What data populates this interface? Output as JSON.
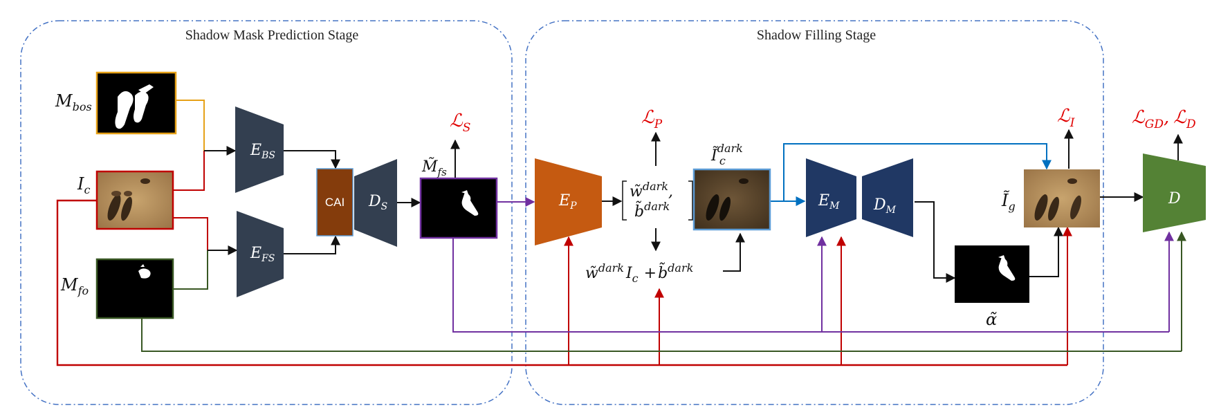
{
  "stages": {
    "mask_prediction": "Shadow Mask Prediction Stage",
    "filling": "Shadow Filling Stage"
  },
  "inputs": {
    "m_bos": "M",
    "m_bos_sub": "bos",
    "i_c": "I",
    "i_c_sub": "c",
    "m_fo": "M",
    "m_fo_sub": "fo"
  },
  "modules": {
    "e_bs": "E",
    "e_bs_sub": "BS",
    "e_fs": "E",
    "e_fs_sub": "FS",
    "cai": "CAI",
    "d_s": "D",
    "d_s_sub": "S",
    "e_p": "E",
    "e_p_sub": "P",
    "e_m": "E",
    "e_m_sub": "M",
    "d_m": "D",
    "d_m_sub": "M",
    "d": "D"
  },
  "outputs": {
    "m_fs": "M̃",
    "m_fs_sub": "fs",
    "param_w": "w̃",
    "param_w_sup": "dark",
    "param_b": "b̃",
    "param_b_sup": "dark",
    "param_comma": ",",
    "eq_w": "w̃",
    "eq_w_sup": "dark",
    "eq_i": "I",
    "eq_i_sub": "c",
    "eq_plus": "+",
    "eq_b": "b̃",
    "eq_b_sup": "dark",
    "i_dark": "Ĩ",
    "i_dark_sub": "c",
    "i_dark_sup": "dark",
    "alpha": "α̃",
    "i_g": "Ĩ",
    "i_g_sub": "g"
  },
  "losses": {
    "l_s": "ℒ",
    "l_s_sub": "S",
    "l_p": "ℒ",
    "l_p_sub": "P",
    "l_i": "ℒ",
    "l_i_sub": "I",
    "l_gd": "ℒ",
    "l_gd_sub": "GD",
    "l_sep": ",",
    "l_d": "ℒ",
    "l_d_sub": "D"
  },
  "colors": {
    "encoder_dark": "#333f50",
    "encoder_navy": "#203864",
    "cai": "#843c0c",
    "e_p": "#c55a11",
    "discriminator": "#548235",
    "red_line": "#c00000",
    "purple_line": "#7030a0",
    "green_line": "#385723",
    "blue_line": "#0070c0",
    "orange_line": "#e6a117",
    "loss_text": "#e00000",
    "dashed_border": "#4472c4"
  }
}
